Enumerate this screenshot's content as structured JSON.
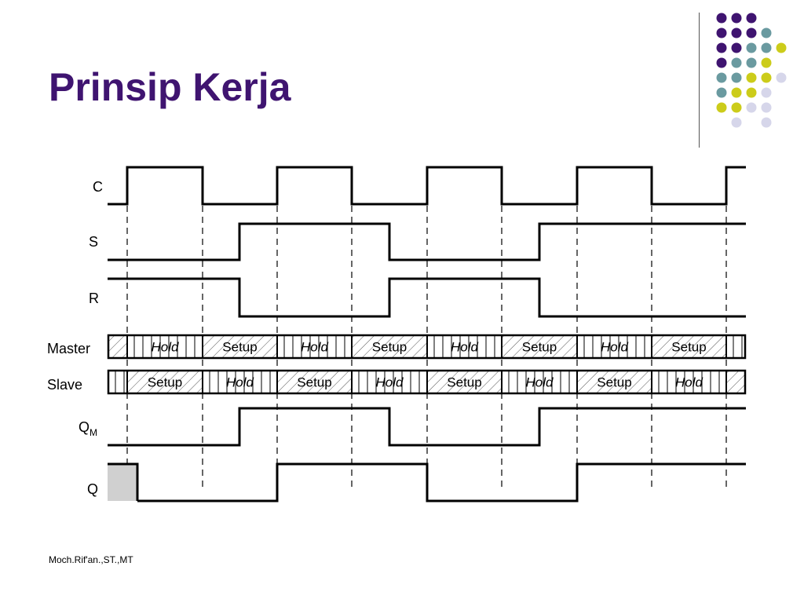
{
  "title": "Prinsip Kerja",
  "footer": "Moch.Rif'an.,ST.,MT",
  "colors": {
    "title": "#3f1470",
    "dot_purple": "#3f1470",
    "dot_teal": "#6a9aa0",
    "dot_yellow": "#cccc1a",
    "dot_lavender": "#d6d6ea",
    "box_fill": "#d0d0d0"
  },
  "signals": [
    {
      "id": "C",
      "label": "C",
      "sub": ""
    },
    {
      "id": "S",
      "label": "S",
      "sub": ""
    },
    {
      "id": "R",
      "label": "R",
      "sub": ""
    },
    {
      "id": "Master",
      "label": "Master",
      "sub": ""
    },
    {
      "id": "Slave",
      "label": "Slave",
      "sub": ""
    },
    {
      "id": "QM",
      "label": "Q",
      "sub": "M"
    },
    {
      "id": "Q",
      "label": "Q",
      "sub": ""
    }
  ],
  "waveforms": {
    "C": [
      0,
      1,
      1,
      0,
      0,
      1,
      1,
      0,
      0,
      1,
      1,
      0,
      0,
      1,
      1,
      0,
      0,
      1
    ],
    "S": [
      0,
      0,
      0,
      0,
      0,
      1,
      1,
      1,
      1,
      1,
      0,
      0,
      0,
      0,
      1,
      1,
      1,
      1,
      1,
      1,
      1
    ],
    "R": [
      1,
      1,
      1,
      1,
      1,
      0,
      0,
      0,
      0,
      0,
      1,
      1,
      1,
      1,
      0,
      0,
      0,
      0,
      0,
      0,
      0
    ],
    "QM": [
      0,
      0,
      0,
      0,
      0,
      1,
      1,
      1,
      1,
      1,
      0,
      0,
      0,
      0,
      1,
      1,
      1,
      1,
      1,
      1,
      1
    ],
    "Q": [
      0,
      0,
      0,
      0,
      1,
      1,
      1,
      1,
      0,
      0,
      0,
      0,
      1,
      1,
      1,
      1,
      1
    ]
  },
  "master_segments": [
    "",
    "Hold",
    "Setup",
    "Hold",
    "Setup",
    "Hold",
    "Setup",
    "Hold",
    "Setup",
    ""
  ],
  "slave_segments": [
    "",
    "Setup",
    "Hold",
    "Setup",
    "Hold",
    "Setup",
    "Hold",
    "Setup",
    "Hold",
    ""
  ]
}
